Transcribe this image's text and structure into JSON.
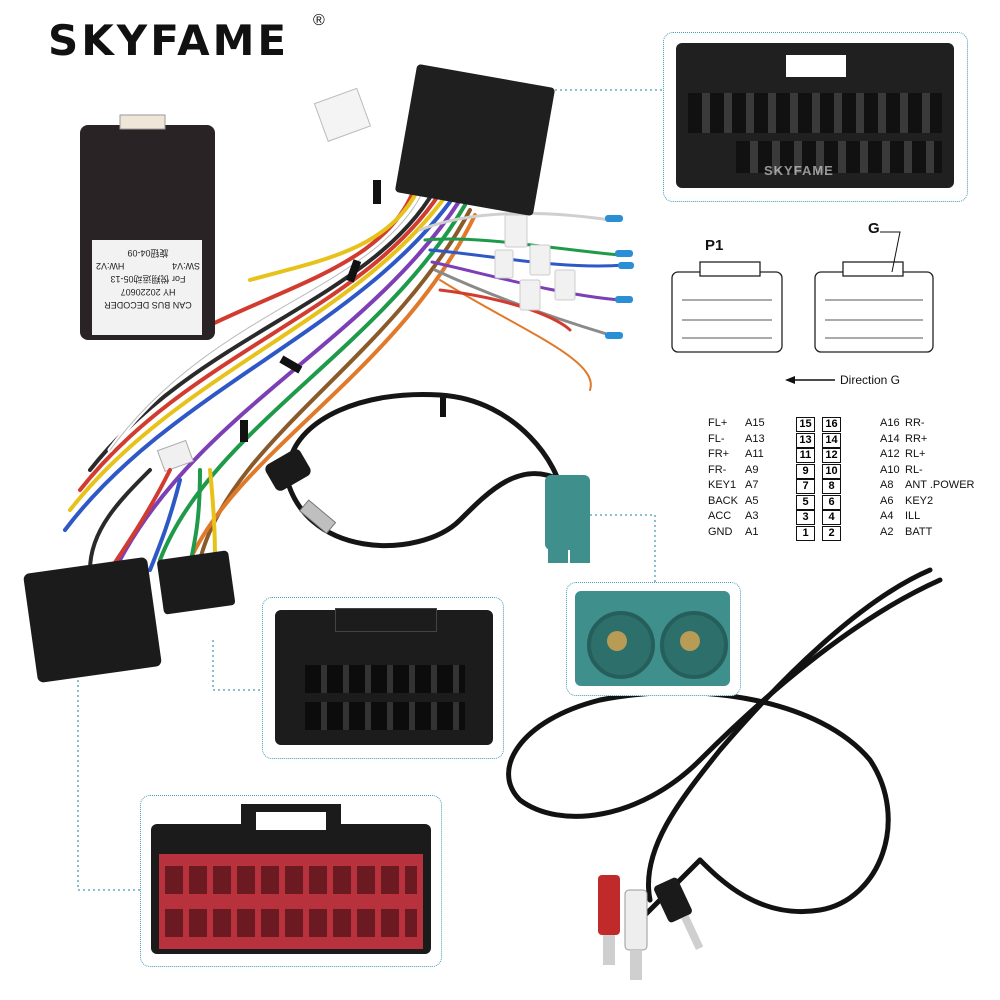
{
  "brand": {
    "logo": "SKYFAME",
    "registered": "®",
    "watermark": "SKYFAME"
  },
  "decoder": {
    "line1": "CAN BUS DECODER",
    "line2": "HY 20220607",
    "line3": "For 悦翔运动05-13",
    "line4": "HW:V2",
    "line5": "SW:V4",
    "line6": "旋钮04-09"
  },
  "connector_diagram": {
    "left_label": "P1",
    "right_label": "G",
    "direction": "Direction G"
  },
  "pinout": {
    "rows": [
      {
        "l_name": "FL+",
        "l_pin": "A15",
        "l_num": "15",
        "r_num": "16",
        "r_pin": "A16",
        "r_name": "RR-"
      },
      {
        "l_name": "FL-",
        "l_pin": "A13",
        "l_num": "13",
        "r_num": "14",
        "r_pin": "A14",
        "r_name": "RR+"
      },
      {
        "l_name": "FR+",
        "l_pin": "A11",
        "l_num": "11",
        "r_num": "12",
        "r_pin": "A12",
        "r_name": "RL+"
      },
      {
        "l_name": "FR-",
        "l_pin": "A9",
        "l_num": "9",
        "r_num": "10",
        "r_pin": "A10",
        "r_name": "RL-"
      },
      {
        "l_name": "KEY1",
        "l_pin": "A7",
        "l_num": "7",
        "r_num": "8",
        "r_pin": "A8",
        "r_name": "ANT .POWER"
      },
      {
        "l_name": "BACK",
        "l_pin": "A5",
        "l_num": "5",
        "r_num": "6",
        "r_pin": "A6",
        "r_name": "KEY2"
      },
      {
        "l_name": "ACC",
        "l_pin": "A3",
        "l_num": "3",
        "r_num": "4",
        "r_pin": "A4",
        "r_name": "ILL"
      },
      {
        "l_name": "GND",
        "l_pin": "A1",
        "l_num": "1",
        "r_num": "2",
        "r_pin": "A2",
        "r_name": "BATT"
      }
    ]
  },
  "colors": {
    "panel_border": "#4a9bb8",
    "connector_black": "#1c1c1c",
    "connector_red": "#b8323e",
    "fakra_teal": "#3f8f8c"
  }
}
